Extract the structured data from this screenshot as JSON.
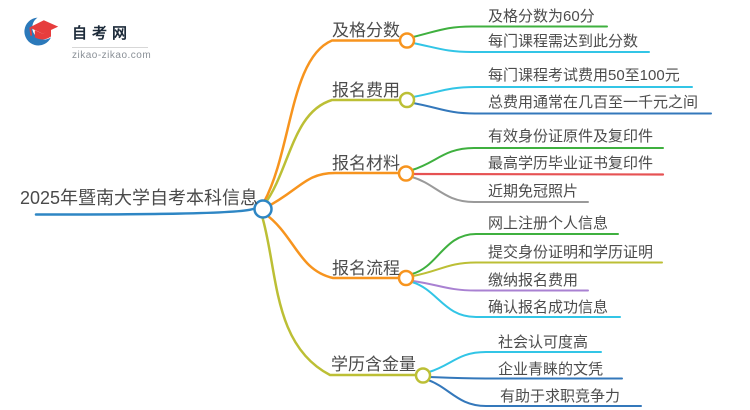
{
  "logo": {
    "title": "自考网",
    "domain": "zikao-zikao.com",
    "brand_blue": "#2b79ba",
    "brand_red": "#e63d3d"
  },
  "center": {
    "label": "2025年暨南大学自考本科信息"
  },
  "palette": {
    "center_blue": "#2e86c4",
    "orange": "#f7941e",
    "olive": "#bcbf35",
    "green": "#3fb03f",
    "cyan": "#32c5e6",
    "blue": "#3478bb",
    "red": "#e65253",
    "gray": "#9a9a9a",
    "purple": "#a981d2"
  },
  "branches": [
    {
      "label": "及格分数",
      "color": "orange",
      "children": [
        {
          "label": "及格分数为60分",
          "color": "green"
        },
        {
          "label": "每门课程需达到此分数",
          "color": "cyan"
        }
      ]
    },
    {
      "label": "报名费用",
      "color": "olive",
      "children": [
        {
          "label": "每门课程考试费用50至100元",
          "color": "cyan"
        },
        {
          "label": "总费用通常在几百至一千元之间",
          "color": "blue"
        }
      ]
    },
    {
      "label": "报名材料",
      "color": "orange",
      "children": [
        {
          "label": "有效身份证原件及复印件",
          "color": "green"
        },
        {
          "label": "最高学历毕业证书复印件",
          "color": "red"
        },
        {
          "label": "近期免冠照片",
          "color": "gray"
        }
      ]
    },
    {
      "label": "报名流程",
      "color": "orange",
      "children": [
        {
          "label": "网上注册个人信息",
          "color": "green"
        },
        {
          "label": "提交身份证明和学历证明",
          "color": "olive"
        },
        {
          "label": "缴纳报名费用",
          "color": "purple"
        },
        {
          "label": "确认报名成功信息",
          "color": "cyan"
        }
      ]
    },
    {
      "label": "学历含金量",
      "color": "olive",
      "children": [
        {
          "label": "社会认可度高",
          "color": "cyan"
        },
        {
          "label": "企业青睐的文凭",
          "color": "blue"
        },
        {
          "label": "有助于求职竞争力",
          "color": "blue"
        }
      ]
    }
  ]
}
